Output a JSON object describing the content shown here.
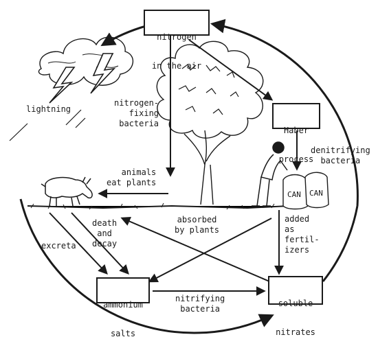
{
  "nodes": {
    "nitrogen_air": [
      "nitrogen",
      "in the air"
    ],
    "haber": [
      "Haber",
      "process"
    ],
    "ammonium": [
      "ammonium",
      "salts"
    ],
    "nitrates": [
      "soluble",
      "nitrates"
    ]
  },
  "labels": {
    "lightning": "lightning",
    "nitrogen_fixing": "nitrogen-\nfixing\nbacteria",
    "denitrifying": "denitrifying\nbacteria",
    "animals_eat": "animals\neat plants",
    "death_decay": "death\nand\ndecay",
    "absorbed": "absorbed\nby plants",
    "added_fertilizers": "added\nas\nfertil-\nizers",
    "excreta": "excreta",
    "nitrifying": "nitrifying\nbacteria"
  },
  "bag_text": [
    "CAN",
    "CAN"
  ],
  "colors": {
    "ink": "#1a1a1a",
    "paper": "#ffffff"
  }
}
